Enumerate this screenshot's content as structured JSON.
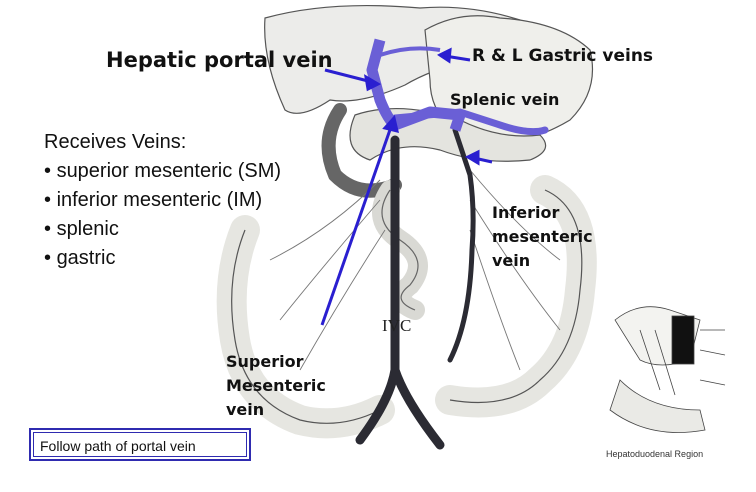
{
  "labels": {
    "title": "Hepatic portal vein",
    "gastric": "R & L Gastric veins",
    "splenic": "Splenic vein",
    "inferior_mesenteric": [
      "Inferior",
      "mesenteric",
      "vein"
    ],
    "superior_mesenteric": [
      "Superior",
      "Mesenteric",
      "vein"
    ],
    "ivc": "IVC"
  },
  "receives": {
    "heading": "Receives Veins:",
    "items": [
      "superior mesenteric (SM)",
      "inferior mesenteric (IM)",
      "splenic",
      "gastric"
    ]
  },
  "note": "Follow path of portal vein",
  "inset_caption": "Hepatoduodenal Region",
  "colors": {
    "portal": "#6a5fd6",
    "arrow": "#2a1fd0",
    "vein_dark": "#2b2b33"
  }
}
